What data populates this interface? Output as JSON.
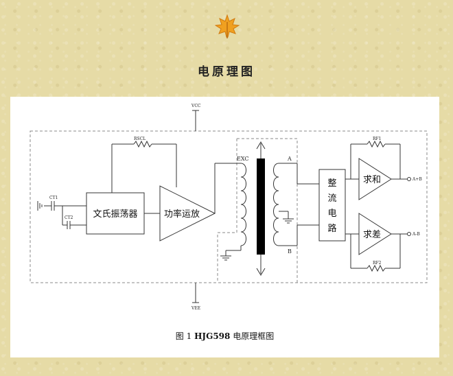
{
  "header": {
    "title": "电原理图"
  },
  "diagram": {
    "supply_top": "VCC",
    "supply_bottom": "VEE",
    "blocks": {
      "oscillator": "文氏振荡器",
      "power_amp": "功率运放",
      "rectifier": [
        "整",
        "流",
        "电",
        "路"
      ],
      "sum": "求和",
      "diff": "求差"
    },
    "components": {
      "ct1": "CT1",
      "ct2": "CT2",
      "rscl": "RSCL",
      "rf1": "RF1",
      "rf2": "RF2"
    },
    "nodes": {
      "exc": "EXC",
      "a": "A",
      "b": "B",
      "out_sum": "A+B",
      "out_diff": "A-B"
    }
  },
  "caption": {
    "prefix": "图 1 ",
    "model": "HJG598",
    "suffix": " 电原理框图"
  }
}
